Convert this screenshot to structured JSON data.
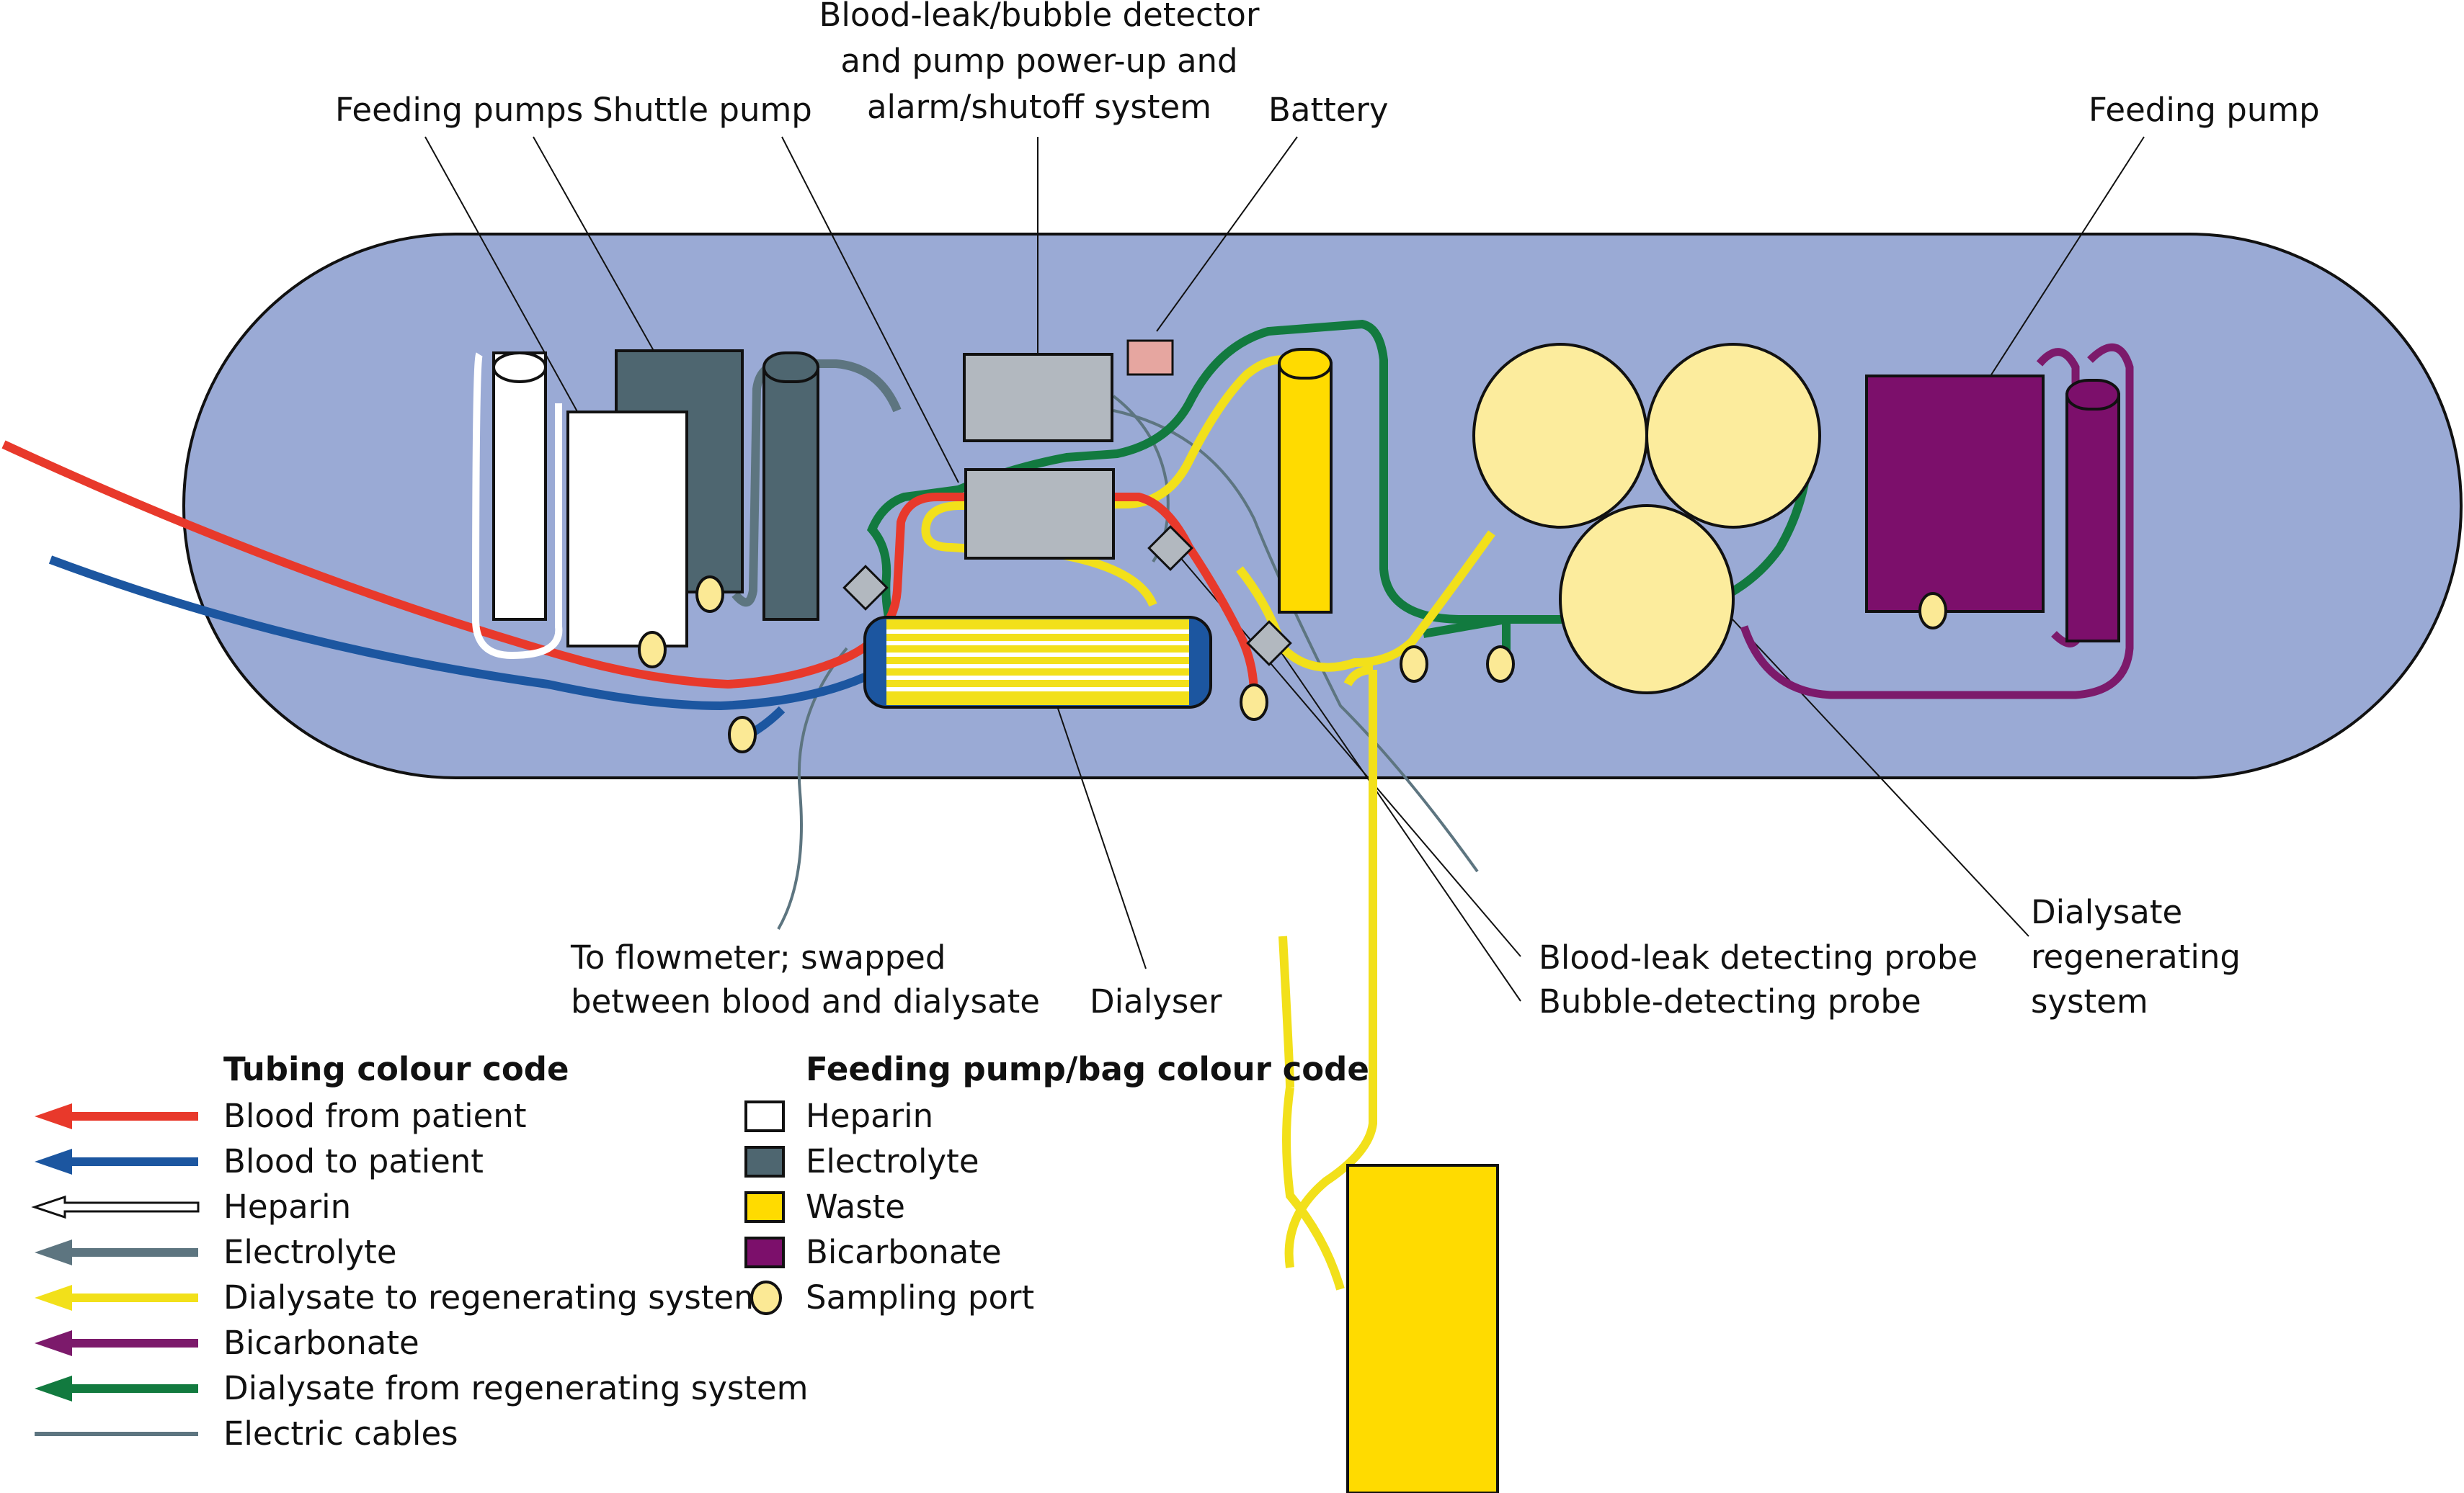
{
  "labels": {
    "feeding_pumps": "Feeding pumps",
    "shuttle_pump": "Shuttle pump",
    "detector_line1": "Blood-leak/bubble detector",
    "detector_line2": "and pump power-up and",
    "detector_line3": "alarm/shutoff system",
    "battery": "Battery",
    "feeding_pump": "Feeding pump",
    "flowmeter_line1": "To flowmeter; swapped",
    "flowmeter_line2": "between blood and dialysate",
    "dialyser": "Dialyser",
    "blood_leak_probe": "Blood-leak detecting probe",
    "bubble_probe": "Bubble-detecting probe",
    "regen_line1": "Dialysate",
    "regen_line2": "regenerating",
    "regen_line3": "system"
  },
  "tubing_legend": {
    "title": "Tubing colour code",
    "items": [
      {
        "label": "Blood from patient",
        "color": "#e8392b",
        "style": "solid"
      },
      {
        "label": "Blood to patient",
        "color": "#1c56a0",
        "style": "solid"
      },
      {
        "label": "Heparin",
        "color": "#ffffff",
        "style": "outline"
      },
      {
        "label": "Electrolyte",
        "color": "#5d7580",
        "style": "solid"
      },
      {
        "label": "Dialysate to regenerating system",
        "color": "#f2e01a",
        "style": "solid"
      },
      {
        "label": "Bicarbonate",
        "color": "#7c1a6b",
        "style": "solid"
      },
      {
        "label": "Dialysate from regenerating system",
        "color": "#127a3f",
        "style": "solid"
      },
      {
        "label": "Electric cables",
        "color": "#5d7580",
        "style": "thin"
      }
    ]
  },
  "bag_legend": {
    "title": "Feeding pump/bag colour code",
    "items": [
      {
        "label": "Heparin",
        "color": "#ffffff",
        "shape": "square"
      },
      {
        "label": "Electrolyte",
        "color": "#4e6670",
        "shape": "square"
      },
      {
        "label": "Waste",
        "color": "#ffdb00",
        "shape": "square"
      },
      {
        "label": "Bicarbonate",
        "color": "#7c0f6b",
        "shape": "square"
      },
      {
        "label": "Sampling port",
        "color": "#fbe995",
        "shape": "circle"
      }
    ]
  },
  "colors": {
    "body": "#9aaad5",
    "heparin": "#ffffff",
    "electrolyte": "#4e6670",
    "waste": "#ffdb00",
    "bicarbonate": "#7c0f6b",
    "sampling_port": "#fbe995",
    "regenerating": "#fcec9d",
    "module": "#b2b8bf",
    "battery": "#e6a6a0",
    "blood_from": "#e8392b",
    "blood_to": "#1c56a0",
    "dialysate_to": "#f2e01a",
    "dialysate_from": "#127a3f",
    "cable": "#5d7580"
  }
}
